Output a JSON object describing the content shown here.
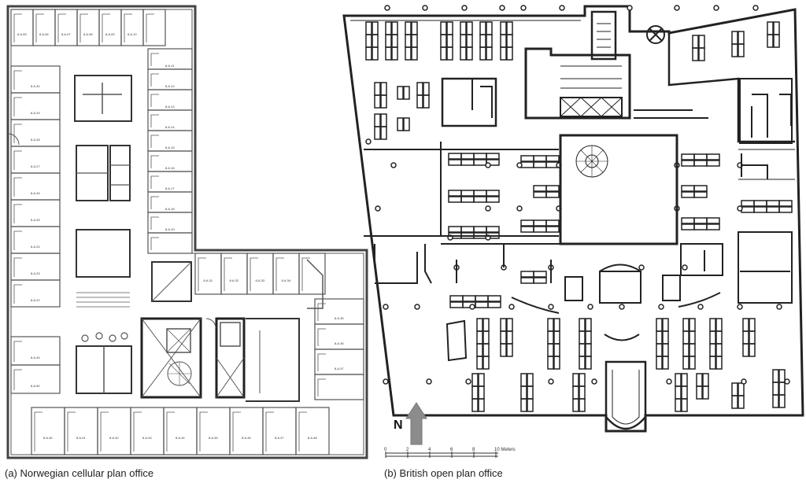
{
  "captions": {
    "a": "(a) Norwegian cellular plan office",
    "b": "(b) British open plan office"
  },
  "north_label": "N",
  "scale": {
    "ticks": [
      "0",
      "2",
      "4",
      "6",
      "8",
      "10 Meters"
    ]
  },
  "room_codes": {
    "left_top_row": [
      "8.A.05",
      "8.A.06",
      "8.A.07",
      "8.A.08",
      "8.A.09",
      "8.A.10"
    ],
    "right_column": [
      "8.A.11",
      "8.A.12",
      "8.A.13",
      "8.A.14",
      "8.A.15",
      "8.A.16",
      "8.A.17",
      "8.A.18",
      "8.A.19"
    ],
    "left_column": [
      "8.A.22",
      "8.A.23",
      "8.A.24",
      "8.A.25",
      "8.A.26",
      "8.A.27",
      "8.A.28",
      "8.A.29",
      "8.A.30"
    ],
    "mid_row": [
      "8.A.31",
      "8.A.32",
      "8.A.33",
      "8.A.34"
    ],
    "east_column": [
      "8.A.35",
      "8.A.36",
      "8.A.37"
    ],
    "bottom_row": [
      "8.A.40",
      "8.A.41",
      "8.A.42",
      "8.A.43",
      "8.A.44",
      "8.A.45",
      "8.A.46",
      "8.A.47",
      "8.A.48"
    ],
    "lower_left": [
      "8.A.49",
      "8.A.50"
    ]
  },
  "colors": {
    "line": "#222222",
    "grey_line": "#555555",
    "arrow": "#8c8c8c"
  }
}
